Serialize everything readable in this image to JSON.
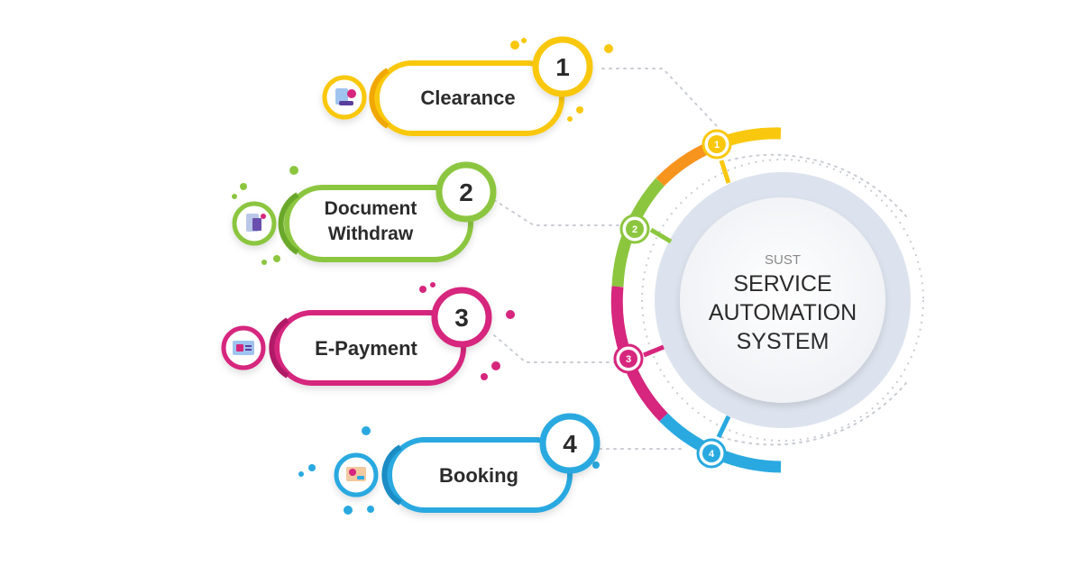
{
  "hub": {
    "subtitle": "SUST",
    "title_lines": [
      "SERVICE",
      "AUTOMATION",
      "SYSTEM"
    ]
  },
  "items": [
    {
      "number": "1",
      "label_lines": [
        "Clearance"
      ],
      "color": "#f9c80e",
      "color_dark": "#f0a800",
      "icon": "clearance-icon"
    },
    {
      "number": "2",
      "label_lines": [
        "Document",
        "Withdraw"
      ],
      "color": "#8cc63f",
      "color_dark": "#6aa82a",
      "icon": "document-icon"
    },
    {
      "number": "3",
      "label_lines": [
        "E-Payment"
      ],
      "color": "#d6267d",
      "color_dark": "#b01a66",
      "icon": "payment-icon"
    },
    {
      "number": "4",
      "label_lines": [
        "Booking"
      ],
      "color": "#29a9e0",
      "color_dark": "#1b8cc4",
      "icon": "booking-icon"
    }
  ],
  "colors": {
    "orange": "#f7941d",
    "ring_bg": "#dde3ee",
    "dots": "#c8ccd2"
  }
}
